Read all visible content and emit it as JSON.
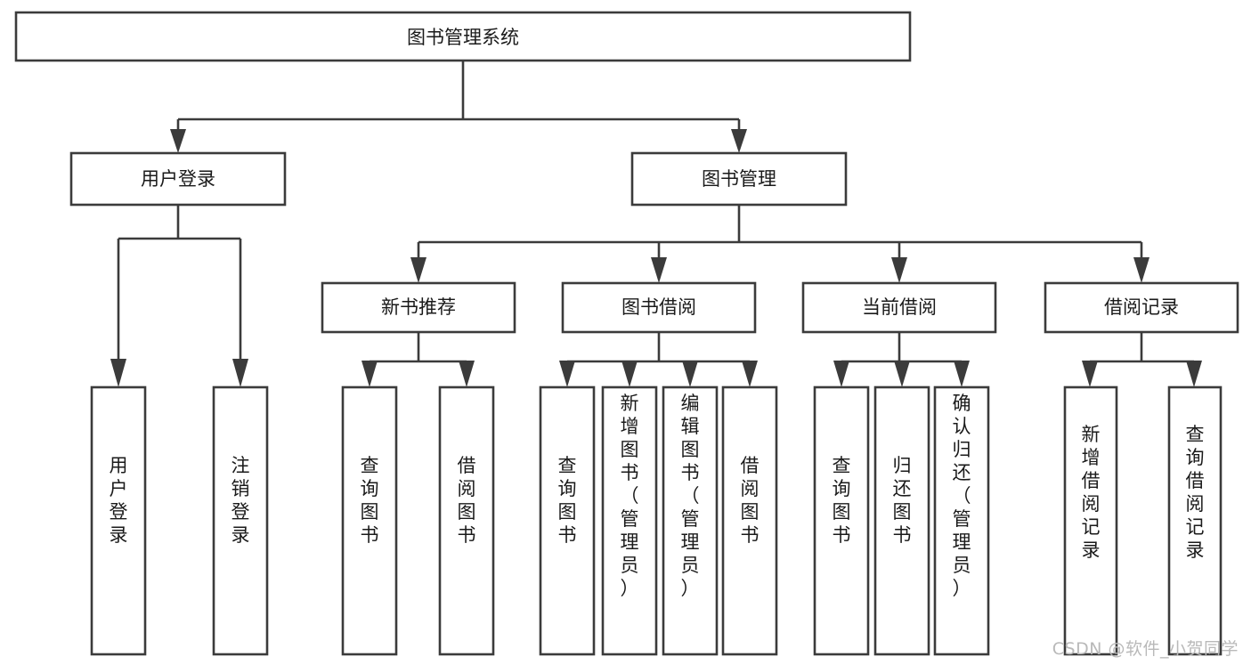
{
  "diagram": {
    "title": "图书管理系统",
    "type": "tree",
    "orientation": "top-down",
    "colors": {
      "stroke": "#3b3b3b",
      "node_fill": "#ffffff",
      "text": "#1a1a1a",
      "background": "#ffffff",
      "watermark": "#b9b9b9"
    },
    "watermark": "CSDN @软件_小贺同学",
    "nodes": {
      "root": {
        "label": "图书管理系统",
        "level": 1,
        "text_orientation": "horizontal"
      },
      "level2": [
        {
          "id": "user-login",
          "label": "用户登录",
          "text_orientation": "horizontal"
        },
        {
          "id": "book-management",
          "label": "图书管理",
          "text_orientation": "horizontal"
        }
      ],
      "level3": [
        {
          "id": "new-book-recommend",
          "label": "新书推荐",
          "text_orientation": "horizontal",
          "parent": "book-management"
        },
        {
          "id": "book-borrow",
          "label": "图书借阅",
          "text_orientation": "horizontal",
          "parent": "book-management"
        },
        {
          "id": "current-borrow",
          "label": "当前借阅",
          "text_orientation": "horizontal",
          "parent": "book-management"
        },
        {
          "id": "borrow-record",
          "label": "借阅记录",
          "text_orientation": "horizontal",
          "parent": "book-management"
        }
      ],
      "leaves": [
        {
          "id": "leaf-user-login",
          "label": "用户登录",
          "text_orientation": "vertical",
          "parent": "user-login"
        },
        {
          "id": "leaf-user-logout",
          "label": "注销登录",
          "text_orientation": "vertical",
          "parent": "user-login"
        },
        {
          "id": "leaf-query-book-1",
          "label": "查询图书",
          "text_orientation": "vertical",
          "parent": "new-book-recommend"
        },
        {
          "id": "leaf-borrow-book-1",
          "label": "借阅图书",
          "text_orientation": "vertical",
          "parent": "new-book-recommend"
        },
        {
          "id": "leaf-query-book-2",
          "label": "查询图书",
          "text_orientation": "vertical",
          "parent": "book-borrow"
        },
        {
          "id": "leaf-add-book",
          "label": "新增图书（管理员）",
          "text_orientation": "vertical",
          "parent": "book-borrow"
        },
        {
          "id": "leaf-edit-book",
          "label": "编辑图书（管理员）",
          "text_orientation": "vertical",
          "parent": "book-borrow"
        },
        {
          "id": "leaf-borrow-book-2",
          "label": "借阅图书",
          "text_orientation": "vertical",
          "parent": "book-borrow"
        },
        {
          "id": "leaf-query-book-3",
          "label": "查询图书",
          "text_orientation": "vertical",
          "parent": "current-borrow"
        },
        {
          "id": "leaf-return-book",
          "label": "归还图书",
          "text_orientation": "vertical",
          "parent": "current-borrow"
        },
        {
          "id": "leaf-confirm-return",
          "label": "确认归还（管理员）",
          "text_orientation": "vertical",
          "parent": "current-borrow"
        },
        {
          "id": "leaf-add-record",
          "label": "新增借阅记录",
          "text_orientation": "vertical",
          "parent": "borrow-record"
        },
        {
          "id": "leaf-query-record",
          "label": "查询借阅记录",
          "text_orientation": "vertical",
          "parent": "borrow-record"
        }
      ]
    }
  }
}
